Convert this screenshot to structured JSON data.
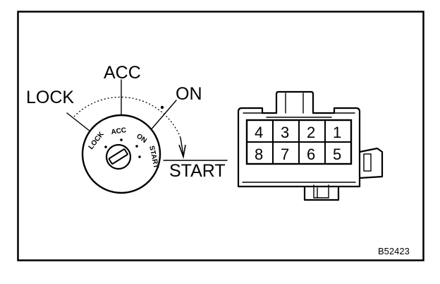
{
  "switch": {
    "positions": {
      "lock": "LOCK",
      "acc": "ACC",
      "on": "ON",
      "start": "START"
    },
    "ring_labels": {
      "lock": "LOCK",
      "acc": "ACC",
      "on": "ON",
      "start": "START"
    }
  },
  "connector": {
    "pins_top": [
      "4",
      "3",
      "2",
      "1"
    ],
    "pins_bottom": [
      "8",
      "7",
      "6",
      "5"
    ]
  },
  "figure_code": "B52423"
}
